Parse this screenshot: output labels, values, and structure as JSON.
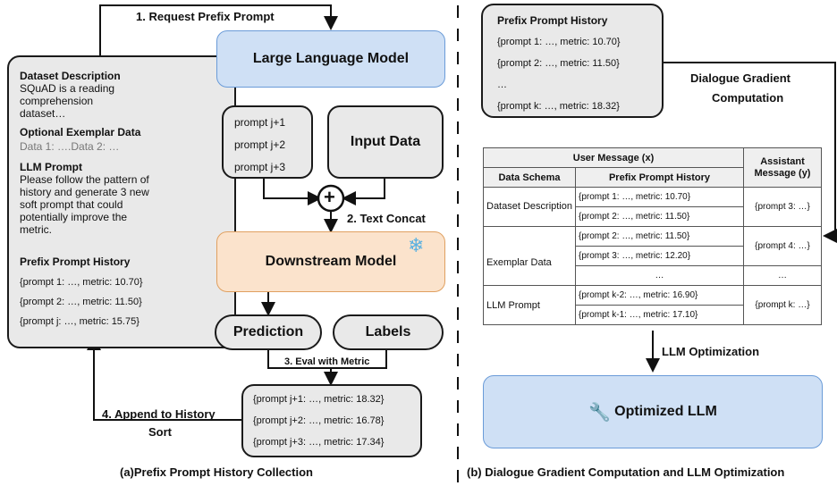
{
  "left": {
    "step1": "1. Request Prefix Prompt",
    "llm": "Large Language Model",
    "prompts": [
      "prompt j+1",
      "prompt j+2",
      "prompt j+3"
    ],
    "input_data": "Input Data",
    "concat_symbol": "+",
    "step2": "2. Text Concat",
    "downstream": "Downstream Model",
    "prediction": "Prediction",
    "labels": "Labels",
    "step3": "3. Eval with Metric",
    "new_history": [
      "{prompt j+1: …, metric: 18.32}",
      "{prompt j+2: …, metric: 16.78}",
      "{prompt j+3: …, metric: 17.34}"
    ],
    "step4": "4. Append to History",
    "sort": "Sort",
    "caption": "(a)Prefix Prompt History Collection"
  },
  "panel": {
    "dataset_title": "Dataset Description",
    "dataset_text": [
      "SQuAD is a reading",
      "comprehension",
      "dataset…"
    ],
    "exemplar_title": "Optional Exemplar Data",
    "exemplar_text": "Data 1: ….Data 2: …",
    "llm_prompt_title": "LLM Prompt",
    "llm_prompt_text": [
      "Please follow the pattern of",
      "history and generate 3 new",
      "soft prompt that could",
      "potentially improve the",
      "metric."
    ],
    "history_title": "Prefix Prompt History",
    "history_items": [
      "{prompt 1: …, metric: 10.70}",
      "{prompt 2: …, metric: 11.50}",
      "{prompt j: …, metric: 15.75}"
    ]
  },
  "right": {
    "history_title": "Prefix Prompt History",
    "history_items": [
      "{prompt 1: …, metric: 10.70}",
      "{prompt 2: …, metric: 11.50}",
      "…",
      "{prompt k: …, metric: 18.32}"
    ],
    "dgc_label": [
      "Dialogue Gradient",
      "Computation"
    ],
    "table": {
      "user_message": "User Message (x)",
      "assistant_message": [
        "Assistant",
        "Message (y)"
      ],
      "data_schema": "Data Schema",
      "prefix_history": "Prefix Prompt History",
      "schema_rows": [
        "Dataset Description",
        "Exemplar Data",
        "LLM Prompt"
      ],
      "history_cells": [
        "{prompt 1: …, metric: 10.70}",
        "{prompt 2: …, metric: 11.50}",
        "{prompt 2: …, metric: 11.50}",
        "{prompt 3: …, metric: 12.20}",
        "…",
        "{prompt k-2: …, metric: 16.90}",
        "{prompt k-1: …, metric: 17.10}"
      ],
      "assistant_cells": [
        "{prompt 3: …}",
        "{prompt 4: …}",
        "…",
        "{prompt k: …}"
      ]
    },
    "llm_opt": "LLM Optimization",
    "optimized": "Optimized LLM",
    "caption": "(b) Dialogue Gradient Computation and LLM Optimization"
  }
}
